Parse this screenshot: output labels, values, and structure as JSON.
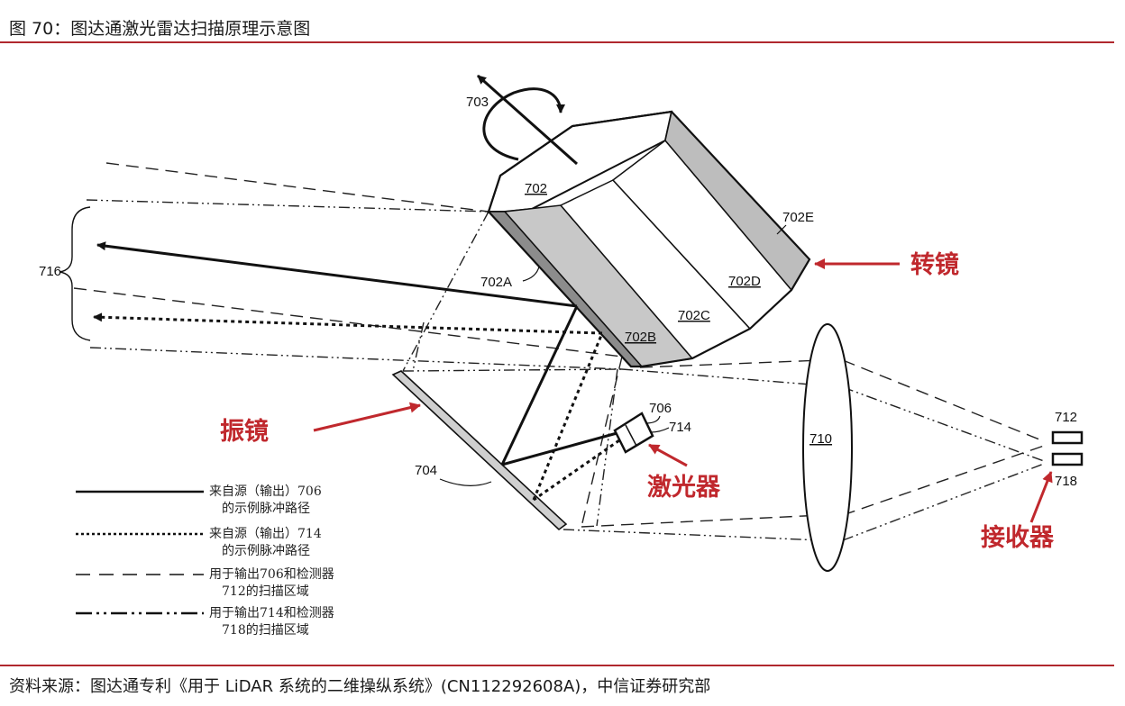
{
  "header": {
    "title": "图 70：图达通激光雷达扫描原理示意图"
  },
  "footer": {
    "source": "资料来源：图达通专利《用于 LiDAR 系统的二维操纵系统》(CN112292608A)，中信证券研究部"
  },
  "diagram": {
    "labels": {
      "rotation": "703",
      "mirror_top": "702",
      "facet_a": "702A",
      "facet_b": "702B",
      "facet_c": "702C",
      "facet_d": "702D",
      "facet_e": "702E",
      "scan_output": "716",
      "galvo": "704",
      "source_706": "706",
      "source_714": "714",
      "lens": "710",
      "detector_712": "712",
      "detector_718": "718"
    },
    "callouts": {
      "polygon_mirror": "转镜",
      "galvo_mirror": "振镜",
      "laser": "激光器",
      "receiver": "接收器"
    },
    "callout_color": "#c0282d",
    "legend": [
      {
        "style": "solid",
        "line1": "来自源（输出）706",
        "line2": "的示例脉冲路径"
      },
      {
        "style": "dotted",
        "line1": "来自源（输出）714",
        "line2": "的示例脉冲路径"
      },
      {
        "style": "dashed",
        "line1": "用于输出706和检测器",
        "line2": "712的扫描区域"
      },
      {
        "style": "dash-dot-dot",
        "line1": "用于输出714和检测器",
        "line2": "718的扫描区域"
      }
    ]
  }
}
